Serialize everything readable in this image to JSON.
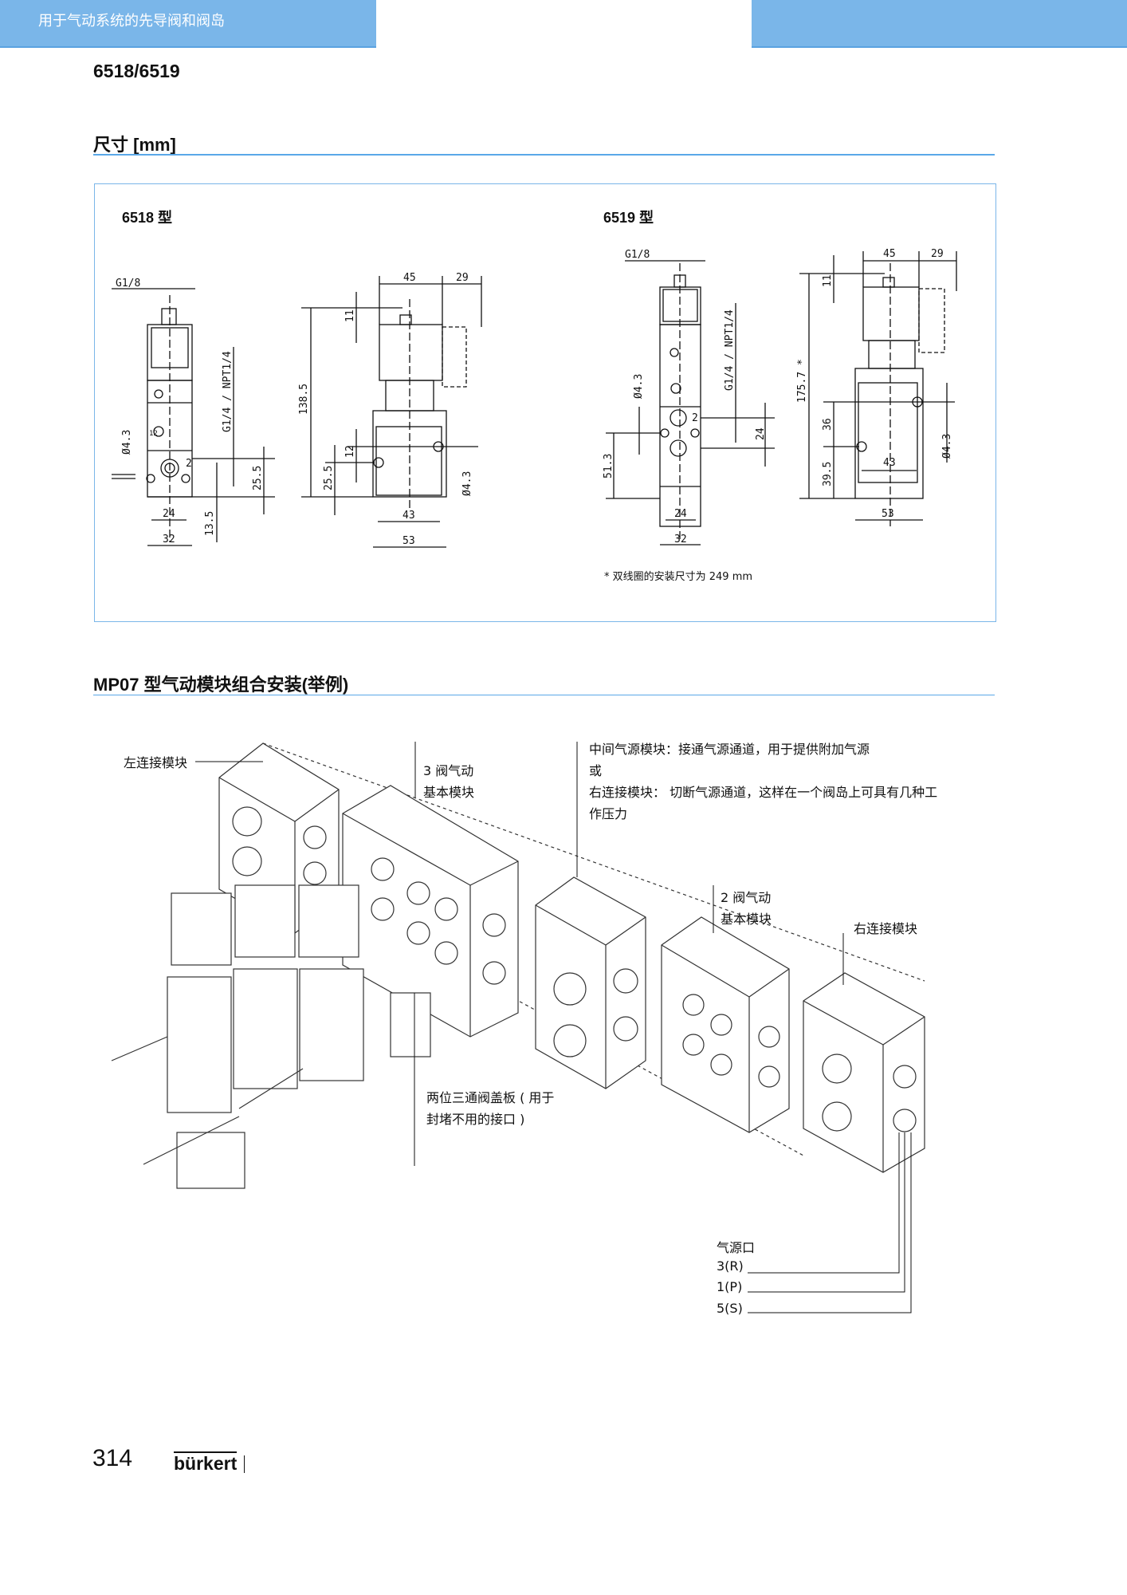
{
  "header": {
    "title": "用于气动系统的先导阀和阀岛"
  },
  "model": "6518/6519",
  "dimensions": {
    "title": "尺寸 [mm]",
    "type_6518": {
      "label": "6518 型",
      "dims": {
        "g18": "G1/8",
        "g14": "G1/4 / NPT1/4",
        "dia": "Ø4.3",
        "d24": "24",
        "d32": "32",
        "d135": "13.5",
        "d255": "25.5",
        "port2": "2",
        "port12": "12",
        "s45": "45",
        "s29": "29",
        "s1385": "138.5",
        "s11": "11",
        "s12": "12",
        "s255": "25.5",
        "s43": "43",
        "s53": "53",
        "sdia": "Ø4.3"
      }
    },
    "type_6519": {
      "label": "6519 型",
      "dims": {
        "g18": "G1/8",
        "g14": "G1/4 / NPT1/4",
        "dia": "Ø4.3",
        "d513": "51.3",
        "d24v": "24",
        "d24": "24",
        "d32": "32",
        "port2": "2",
        "s45": "45",
        "s29": "29",
        "s1757": "175.7 *",
        "s11": "11",
        "s36": "36",
        "s395": "39.5",
        "s43": "43",
        "s53": "53",
        "sdia": "Ø4.3"
      }
    },
    "footnote": "* 双线圈的安装尺寸为 249 mm"
  },
  "assembly": {
    "title": "MP07 型气动模块组合安装(举例)",
    "left_module": "左连接模块",
    "three_valve": [
      "3 阀气动",
      "基本模块"
    ],
    "middle": [
      "中间气源模块：接通气源通道，用于提供附加气源",
      "或",
      "右连接模块： 切断气源通道，这样在一个阀岛上可具有几种工",
      "作压力"
    ],
    "two_valve": [
      "2 阀气动",
      "基本模块"
    ],
    "right_module": "右连接模块",
    "cover_plate": [
      "两位三通阀盖板 ( 用于",
      "封堵不用的接口 )"
    ],
    "ports": {
      "title": "气源口",
      "items": [
        "3(R)",
        "1(P)",
        "5(S)"
      ]
    }
  },
  "footer": {
    "page": "314",
    "brand": "bürkert"
  }
}
